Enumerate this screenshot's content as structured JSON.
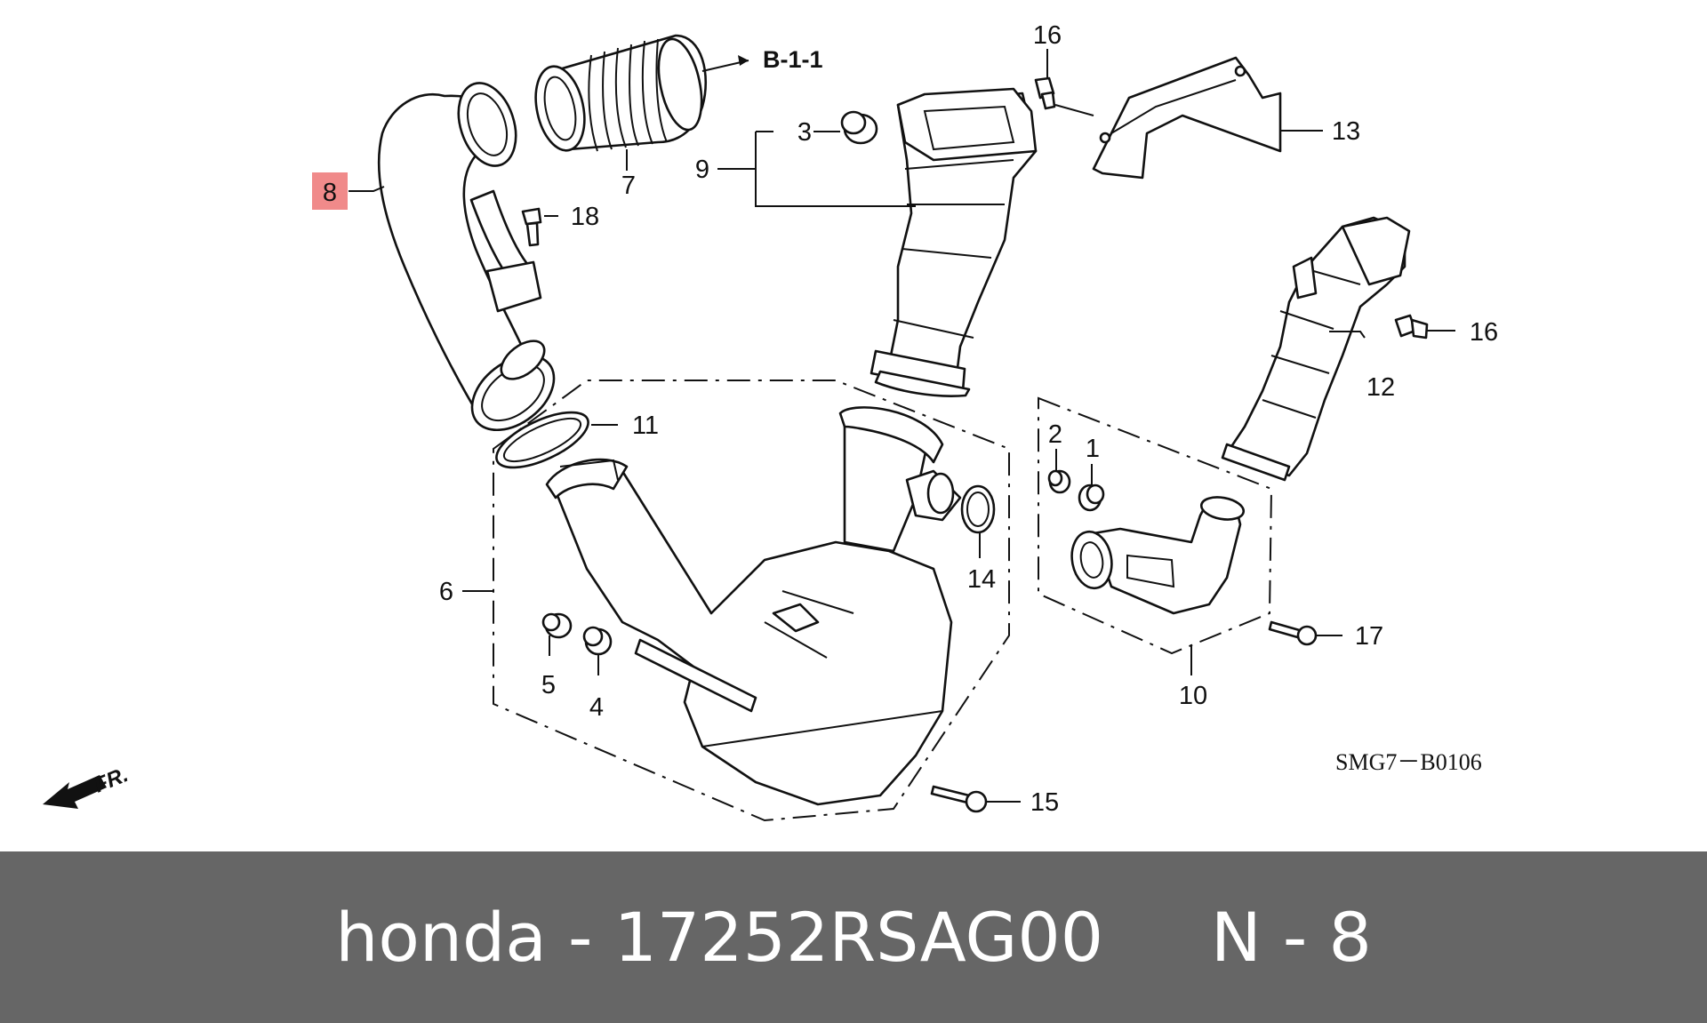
{
  "diagram": {
    "part_labels": {
      "p1": "1",
      "p2": "2",
      "p3": "3",
      "p4": "4",
      "p5": "5",
      "p6": "6",
      "p7": "7",
      "p8": "8",
      "p9": "9",
      "p10": "10",
      "p11": "11",
      "p12": "12",
      "p13": "13",
      "p14": "14",
      "p15": "15",
      "p16a": "16",
      "p16b": "16",
      "p17": "17",
      "p18": "18"
    },
    "reference": "B-1-1",
    "diagram_code": "SMG7－B0106",
    "front_marker": "FR.",
    "highlight_color": "#f08a8a"
  },
  "footer": {
    "caption": "honda - 17252RSAG00     N - 8"
  }
}
